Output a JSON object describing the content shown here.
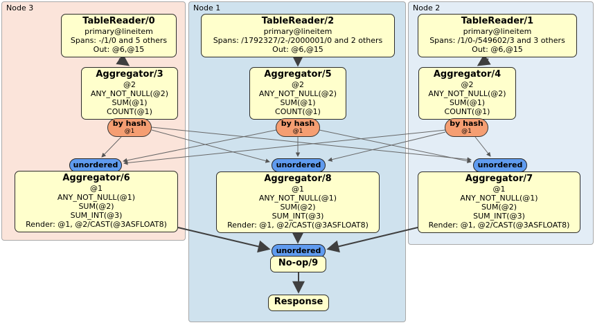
{
  "diagram": {
    "kind": "distributed query plan",
    "colors": {
      "node3_bg": "#fbe4da",
      "node1_bg": "#cfe2ee",
      "node2_bg": "#e3edf6",
      "processor_bg": "#ffffcc",
      "processor_border": "#2b2b2b",
      "hash_router_bg": "#f59e72",
      "stream_bg": "#5f9bef",
      "thin_edge": "#666666",
      "thick_arrow": "#3f3f3f",
      "region_border": "#a8a8a8"
    }
  },
  "nodes": [
    {
      "label": "Node 3",
      "tablereader": {
        "title": "TableReader/0",
        "lines": [
          "primary@lineitem",
          "Spans: -/1/0 and 5 others",
          "Out: @6,@15"
        ]
      },
      "aggregator_top": {
        "title": "Aggregator/3",
        "lines": [
          "@2",
          "ANY_NOT_NULL(@2)",
          "SUM(@1)",
          "COUNT(@1)"
        ]
      },
      "router": {
        "label": "by hash",
        "detail": "@1"
      },
      "stream_label": "unordered",
      "aggregator_bottom": {
        "title": "Aggregator/6",
        "lines": [
          "@1",
          "ANY_NOT_NULL(@1)",
          "SUM(@2)",
          "SUM_INT(@3)",
          "Render: @1, @2/CAST(@3ASFLOAT8)"
        ]
      }
    },
    {
      "label": "Node 1",
      "tablereader": {
        "title": "TableReader/2",
        "lines": [
          "primary@lineitem",
          "Spans: /1792327/2-/2000001/0 and 2 others",
          "Out: @6,@15"
        ]
      },
      "aggregator_top": {
        "title": "Aggregator/5",
        "lines": [
          "@2",
          "ANY_NOT_NULL(@2)",
          "SUM(@1)",
          "COUNT(@1)"
        ]
      },
      "router": {
        "label": "by hash",
        "detail": "@1"
      },
      "stream_label": "unordered",
      "aggregator_bottom": {
        "title": "Aggregator/8",
        "lines": [
          "@1",
          "ANY_NOT_NULL(@1)",
          "SUM(@2)",
          "SUM_INT(@3)",
          "Render: @1, @2/CAST(@3ASFLOAT8)"
        ]
      }
    },
    {
      "label": "Node 2",
      "tablereader": {
        "title": "TableReader/1",
        "lines": [
          "primary@lineitem",
          "Spans: /1/0-/549602/3 and 3 others",
          "Out: @6,@15"
        ]
      },
      "aggregator_top": {
        "title": "Aggregator/4",
        "lines": [
          "@2",
          "ANY_NOT_NULL(@2)",
          "SUM(@1)",
          "COUNT(@1)"
        ]
      },
      "router": {
        "label": "by hash",
        "detail": "@1"
      },
      "stream_label": "unordered",
      "aggregator_bottom": {
        "title": "Aggregator/7",
        "lines": [
          "@1",
          "ANY_NOT_NULL(@1)",
          "SUM(@2)",
          "SUM_INT(@3)",
          "Render: @1, @2/CAST(@3ASFLOAT8)"
        ]
      }
    }
  ],
  "final": {
    "stream_label": "unordered",
    "noop": {
      "title": "No-op/9"
    },
    "response": {
      "title": "Response"
    }
  }
}
